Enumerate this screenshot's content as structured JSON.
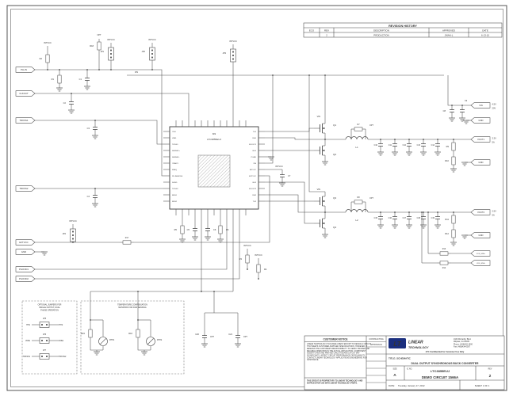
{
  "page": {
    "line_color": "#4c4c4c",
    "accent_blue": "#2b3a8c",
    "logo_navy": "#1b2f7e"
  },
  "revision_table": {
    "title": "REVISION HISTORY",
    "headers": [
      "ECO",
      "REV",
      "DESCRIPTION",
      "APPROVED",
      "DATE"
    ],
    "rows": [
      [
        "",
        "2",
        "PRODUCTION",
        "JWAN-L",
        "6-13-10"
      ]
    ]
  },
  "title_block": {
    "customer_notice_title": "CUSTOMER NOTICE",
    "customer_notice_body": "LINEAR TECHNOLOGY HAS MADE A BEST EFFORT TO DESIGN A CIRCUIT THAT MEETS CUSTOMER-SUPPLIED SPECIFICATIONS; HOWEVER, IT REMAINS THE CUSTOMER'S RESPONSIBILITY TO VERIFY PROPER AND RELIABLE OPERATION IN THE ACTUAL APPLICATION. COMPONENT SUBSTITUTION AND PRINTED CIRCUIT BOARD LAYOUT MAY SIGNIFICANTLY AFFECT CIRCUIT PERFORMANCE OR RELIABILITY. CONTACT LINEAR TECHNOLOGY APPLICATIONS ENGINEERING FOR ASSISTANCE.",
    "proprietary_note": "THIS CIRCUIT IS PROPRIETARY TO LINEAR TECHNOLOGY AND SUPPLIED FOR USE WITH LINEAR TECHNOLOGY PARTS.",
    "contracting_label": "CONTRACTING",
    "approvals_label": "APPROVALS",
    "logo_text": "LT",
    "company_line1": "LINEAR",
    "company_line2": "TECHNOLOGY",
    "address_lines": [
      "1630 McCarthy Blvd.",
      "Milpitas, CA 95035",
      "Phone: (408)432-1900",
      "Fax: (408)434-0507"
    ],
    "confidential": "LTC Confidential-For Customer Use Only",
    "title_label": "TITLE: SCHEMATIC",
    "title_line2": "DUAL OUTPUT SYNCHRONOUS BUCK CONVERTER",
    "size_label": "SIZE",
    "size_value": "A",
    "ic_no_label": "IC NO.",
    "ic_no_value": "LTC3855EUJ",
    "demo_text": "DEMO CIRCUIT 1566A",
    "rev_label": "REV",
    "rev_value": "2",
    "date_label": "DATE:",
    "date_value": "Tuesday, January 17, 2012",
    "sheet_text": "SHEET  1  OF  1"
  },
  "notes": {
    "optional_jumpers_lines": [
      "OPTIONAL JUMPERS FOR",
      "SINGLE OUTPUT, DUAL",
      "PHASE OPERATION"
    ],
    "temp_comp_lines": [
      "TEMPERATURE COMPENSATION",
      "NETWORK FOR DCR SENSING"
    ]
  },
  "schematic": {
    "ic_ref": "U1",
    "ic_part": "LTC3855EUJ",
    "pins_left": [
      "ITH1",
      "VFB1",
      "TK/SS1",
      "SENSE1+",
      "SENSE1-",
      "ITEMP1",
      "FREQ",
      "PLLIN/MODE",
      "SGND",
      "TK/SS2",
      "RUN1",
      "RUN2"
    ],
    "pins_right": [
      "TG1",
      "SW1",
      "BOOST1",
      "BG1",
      "PGND",
      "VIN",
      "INTVCC",
      "EXTVCC",
      "BG2",
      "BOOST2",
      "SW2",
      "TG2"
    ],
    "ports_left": [
      "PLLIN",
      "CLKOUT",
      "TRKSS1",
      "TRKSS2",
      "EXTVCC",
      "GND",
      "PGOOD1",
      "PGOOD2"
    ],
    "ports_right": [
      {
        "name": "VIN",
        "values": [
          "4.5V",
          "20V"
        ]
      },
      {
        "name": "GND",
        "values": []
      },
      {
        "name": "VOUT1",
        "values": [
          "3.3V",
          "5A"
        ]
      },
      {
        "name": "GND",
        "values": []
      },
      {
        "name": "VOUT2",
        "values": [
          "2.5V",
          "5A"
        ]
      },
      {
        "name": "GND",
        "values": []
      },
      {
        "name": "VOS_SNS+",
        "values": []
      },
      {
        "name": "VOS_SNS-",
        "values": []
      }
    ],
    "labels": [
      "JP1",
      "JP2",
      "JP3",
      "JP4",
      "JP5",
      "JP6",
      "JP7",
      "INTVCC",
      "INTVCC",
      "INTVCC",
      "INTVCC",
      "INTVCC",
      "INTVCC",
      "INTVCC",
      "INTVCC",
      "VIN",
      "VIN",
      "VIN",
      "R1",
      "R2",
      "R3",
      "R4",
      "R5",
      "R6",
      "R7",
      "R8",
      "R9",
      "R10",
      "R11",
      "R12",
      "R13",
      "R14",
      "R15",
      "R16",
      "R17",
      "R18",
      "C1",
      "C2",
      "C3",
      "C4",
      "C5",
      "C6",
      "C7",
      "C8",
      "C9",
      "C10",
      "C11",
      "C12",
      "C13",
      "C14",
      "C15",
      "C16",
      "C17",
      "C18",
      "C19",
      "C20",
      "C21",
      "L1",
      "L2",
      "Q1",
      "Q2",
      "Q3",
      "Q4",
      "RTH1",
      "RTH2",
      "OPT",
      "OPT",
      "OPT",
      "OPT",
      "OPT",
      "ITH1",
      "ITH2",
      "VFB1",
      "VFB2",
      "TRKSS1",
      "TRKSS2"
    ]
  }
}
